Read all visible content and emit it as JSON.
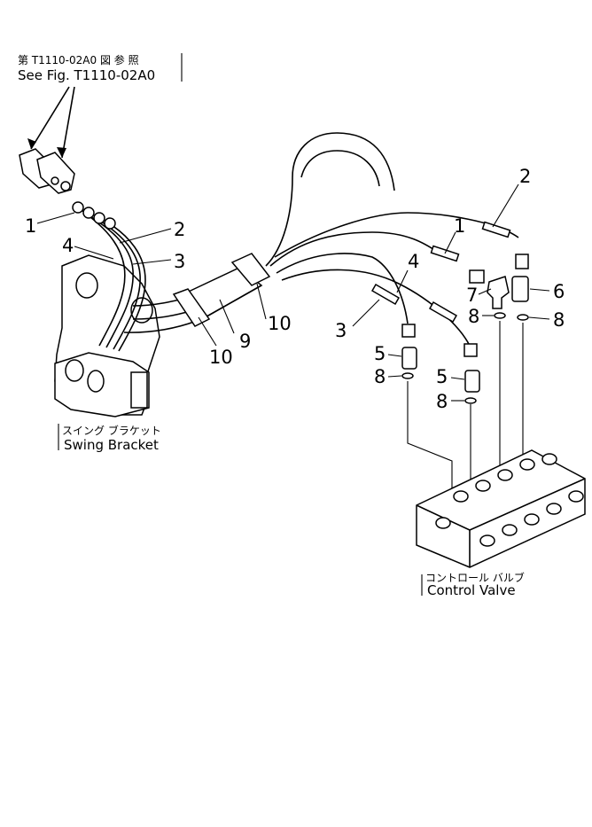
{
  "captions": {
    "ref_japanese": "第 T1110-02A0 図 参 照",
    "ref_english": "See Fig. T1110-02A0",
    "swing_japanese": "スイング ブラケット",
    "swing_english": "Swing Bracket",
    "valve_japanese": "コントロール バルブ",
    "valve_english": "Control Valve"
  },
  "callouts": {
    "c1_left": "1",
    "c2_left": "2",
    "c3_left": "3",
    "c4_left": "4",
    "c9": "9",
    "c10_left": "10",
    "c10_right": "10",
    "c2_right": "2",
    "c1_right": "1",
    "c4_right": "4",
    "c3_right": "3",
    "c7": "7",
    "c6": "6",
    "c8_a": "8",
    "c8_b": "8",
    "c8_c": "8",
    "c8_d": "8",
    "c5_a": "5",
    "c5_b": "5"
  }
}
